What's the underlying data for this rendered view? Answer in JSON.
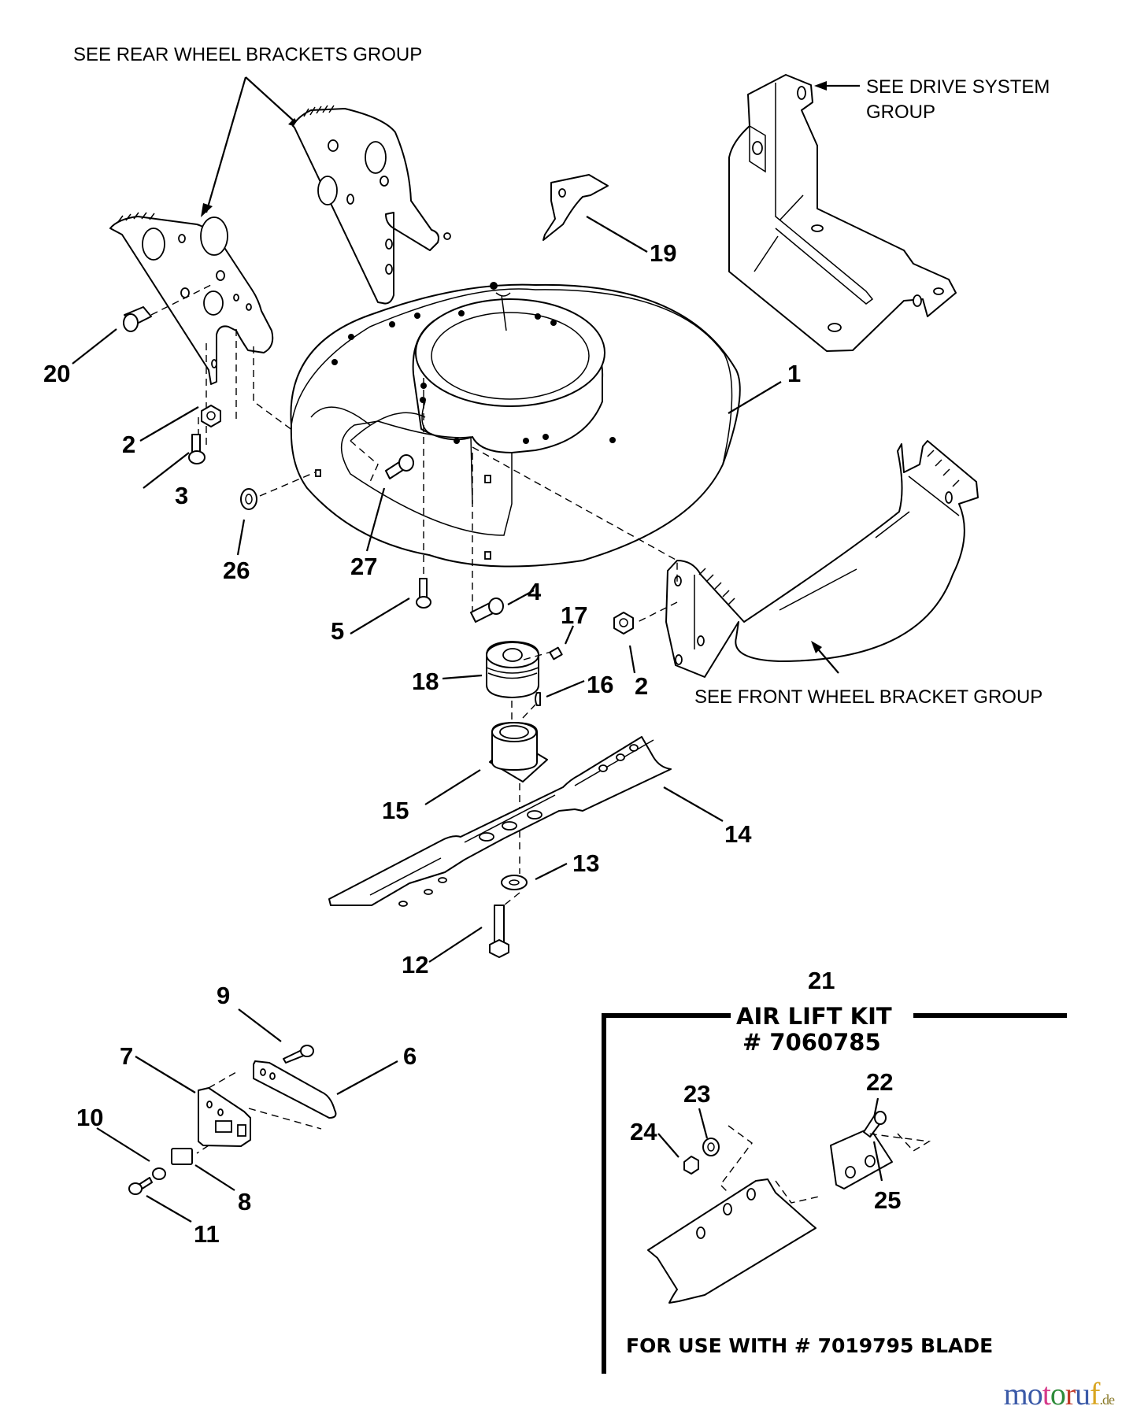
{
  "diagram": {
    "title": "Mower deck housing and blade assembly (exploded parts view)",
    "callouts": {
      "rear_wheel_brackets": "SEE REAR WHEEL BRACKETS GROUP",
      "drive_system_line1": "SEE DRIVE SYSTEM",
      "drive_system_line2": "GROUP",
      "front_wheel_bracket": "SEE FRONT WHEEL BRACKET GROUP"
    },
    "part_numbers": {
      "p1": "1",
      "p2a": "2",
      "p2b": "2",
      "p3": "3",
      "p4": "4",
      "p5": "5",
      "p6": "6",
      "p7": "7",
      "p8": "8",
      "p9": "9",
      "p10": "10",
      "p11": "11",
      "p12": "12",
      "p13": "13",
      "p14": "14",
      "p15": "15",
      "p16": "16",
      "p17": "17",
      "p18": "18",
      "p19": "19",
      "p20": "20",
      "p21": "21",
      "p22": "22",
      "p23": "23",
      "p24": "24",
      "p25": "25",
      "p26": "26",
      "p27": "27"
    },
    "air_lift_kit": {
      "item_number": "21",
      "title": "AIR LIFT KIT",
      "kit_number": "# 7060785",
      "note": "FOR USE WITH # 7019795 BLADE"
    }
  },
  "watermark": {
    "letters": [
      "m",
      "o",
      "t",
      "o",
      "r",
      "u",
      "f"
    ],
    "colors": [
      "#3b5aa8",
      "#3b5aa8",
      "#d63a8a",
      "#2e8b3a",
      "#c23b2b",
      "#3b5aa8",
      "#d9a520"
    ],
    "suffix": ".de"
  }
}
